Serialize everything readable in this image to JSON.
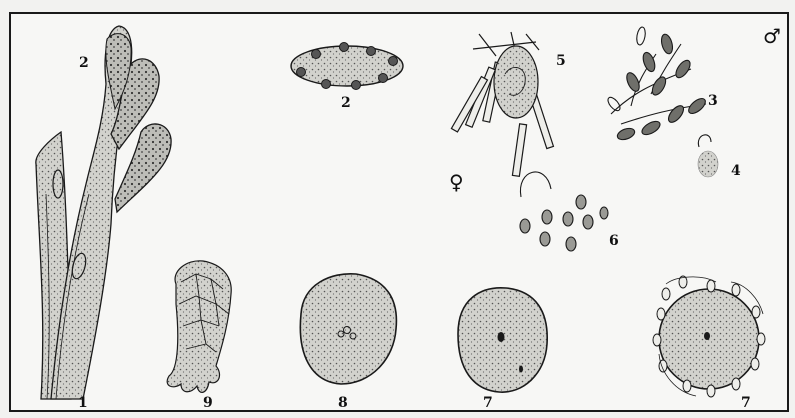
{
  "labels": {
    "thallus_branch": "2",
    "oogonium": "2",
    "antheridia_cluster": "3",
    "antheridium": "4",
    "spermatozoa_branching": "5",
    "eggs_scatter": "6",
    "egg_a": "7",
    "egg_b": "7",
    "zygote": "8",
    "sporeling": "9",
    "thallus": "1"
  },
  "symbols": {
    "male": "♂",
    "female": "♀"
  },
  "colors": {
    "ink": "#1a1a1a",
    "stipple_fill": "#c9c9c5",
    "dark_fill": "#8f8f8a",
    "paper": "#f7f7f5"
  }
}
